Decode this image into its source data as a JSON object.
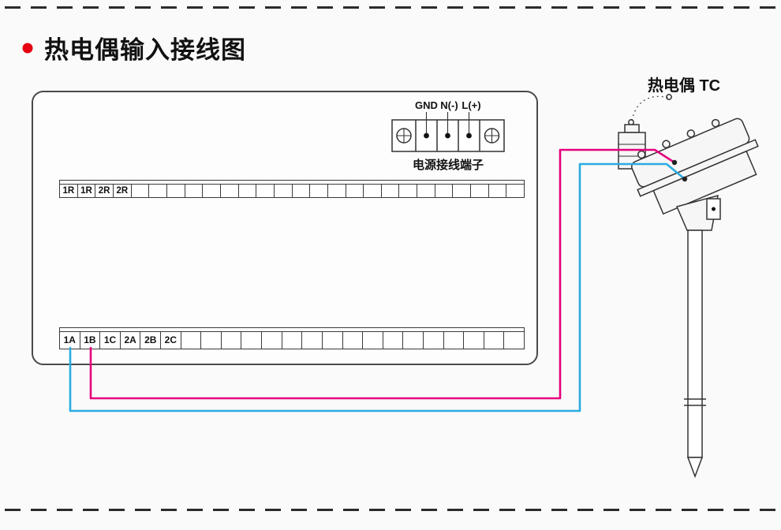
{
  "page": {
    "title": "热电偶输入接线图",
    "accent_red": "#e60012"
  },
  "power_terminal": {
    "labels": [
      "GND",
      "N(-)",
      "L(+)"
    ],
    "caption": "电源接线端子"
  },
  "top_strip": {
    "labels": [
      "1R",
      "1R",
      "2R",
      "2R"
    ],
    "empty_cells": 22
  },
  "bottom_strip": {
    "labels": [
      "1A",
      "1B",
      "1C",
      "2A",
      "2B",
      "2C"
    ],
    "empty_cells": 17
  },
  "thermocouple": {
    "label": "热电偶 TC"
  },
  "wires": {
    "magenta": {
      "color": "#e5007d",
      "from_terminal": "1B"
    },
    "blue": {
      "color": "#29abe2",
      "from_terminal": "1A"
    }
  }
}
